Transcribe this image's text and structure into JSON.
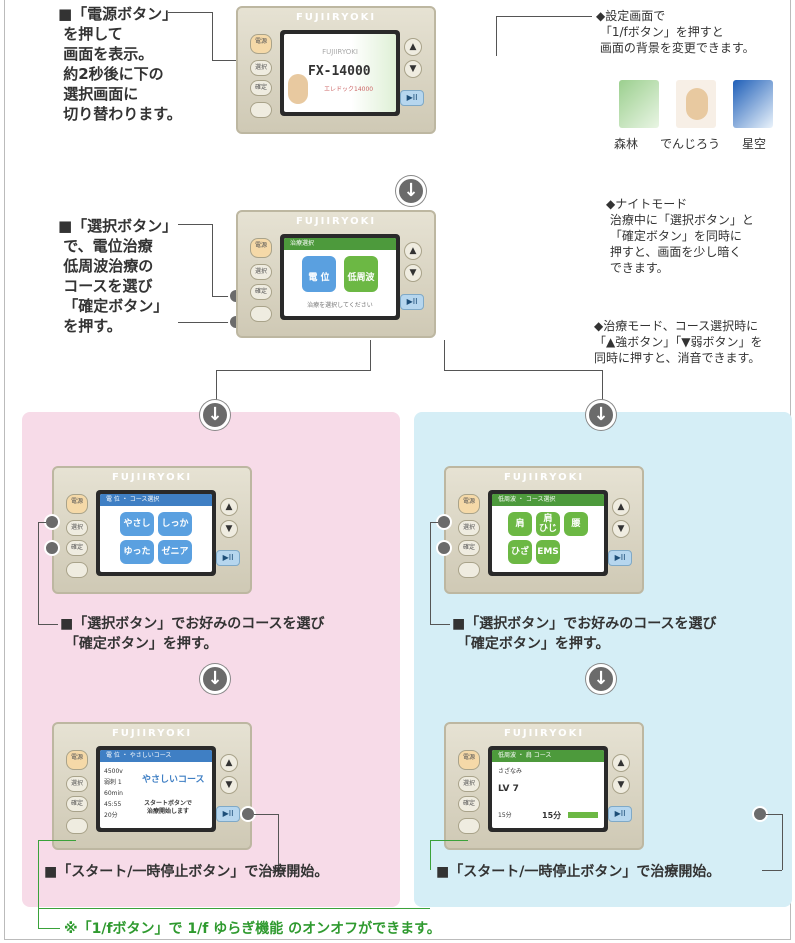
{
  "step1": {
    "text": "■「電源ボタン」\n を押して\n 画面を表示。\n 約2秒後に下の\n 選択画面に\n 切り替わります。",
    "screen_brand": "FUJIIRYOKI",
    "screen_model": "FX-14000",
    "screen_sub": "エレドック14000",
    "device_brand": "FUJIIRYOKI"
  },
  "note_bg": {
    "text": "◆設定画面で\n 「1/fボタン」を押すと\n 画面の背景を変更できます。",
    "labels": [
      "森林",
      "でんじろう",
      "星空"
    ]
  },
  "step2": {
    "text": "■「選択ボタン」\n で、電位治療\n 低周波治療の\n コースを選び\n 「確定ボタン」\n を押す。",
    "screen_header": "治療選択",
    "tile_left": "電 位",
    "tile_right": "低周波",
    "screen_hint": "治療を選択してください",
    "device_brand": "FUJIIRYOKI"
  },
  "note_night": {
    "text": "◆ナイトモード\n 治療中に「選択ボタン」と\n 「確定ボタン」を同時に\n 押すと、画面を少し暗く\n できます。"
  },
  "note_mute": {
    "text": "◆治療モード、コース選択時に\n「▲強ボタン」「▼弱ボタン」を\n同時に押すと、消音できます。"
  },
  "left_branch": {
    "screen_header": "電 位 ・ コース選択",
    "tiles": [
      "やさしい",
      "しっかり",
      "ゆったり",
      "ゼニアル"
    ],
    "caption": "■「選択ボタン」でお好みのコースを選び\n 「確定ボタン」を押す。",
    "run_header": "電 位 ・ やさしいコース",
    "run_rows": [
      "4500v",
      "弱刺 1",
      "60min",
      "45:55",
      "20分"
    ],
    "run_title": "やさしいコース",
    "run_hint": "スタートボタンで\n治療開始します",
    "start_caption": "■「スタート/一時停止ボタン」で治療開始。",
    "device_brand": "FUJIIRYOKI"
  },
  "right_branch": {
    "screen_header": "低周波 ・ コース選択",
    "tiles": [
      "肩",
      "肩\nひじ",
      "腰",
      "ひざ",
      "EMS"
    ],
    "caption": "■「選択ボタン」でお好みのコースを選び\n 「確定ボタン」を押す。",
    "run_header": "低周波 ・ 肩 コース",
    "run_wave": "さざなみ",
    "run_level": "LV 7",
    "run_time": "15分",
    "run_timer": "15分",
    "start_caption": "■「スタート/一時停止ボタン」で治療開始。",
    "device_brand": "FUJIIRYOKI"
  },
  "footer": "※「1/fボタン」で 1/f ゆらぎ機能 のオンオフができます。",
  "colors": {
    "pink_panel": "#f7dbe8",
    "blue_panel": "#d5eef6",
    "green_text": "#2f9a2f"
  }
}
